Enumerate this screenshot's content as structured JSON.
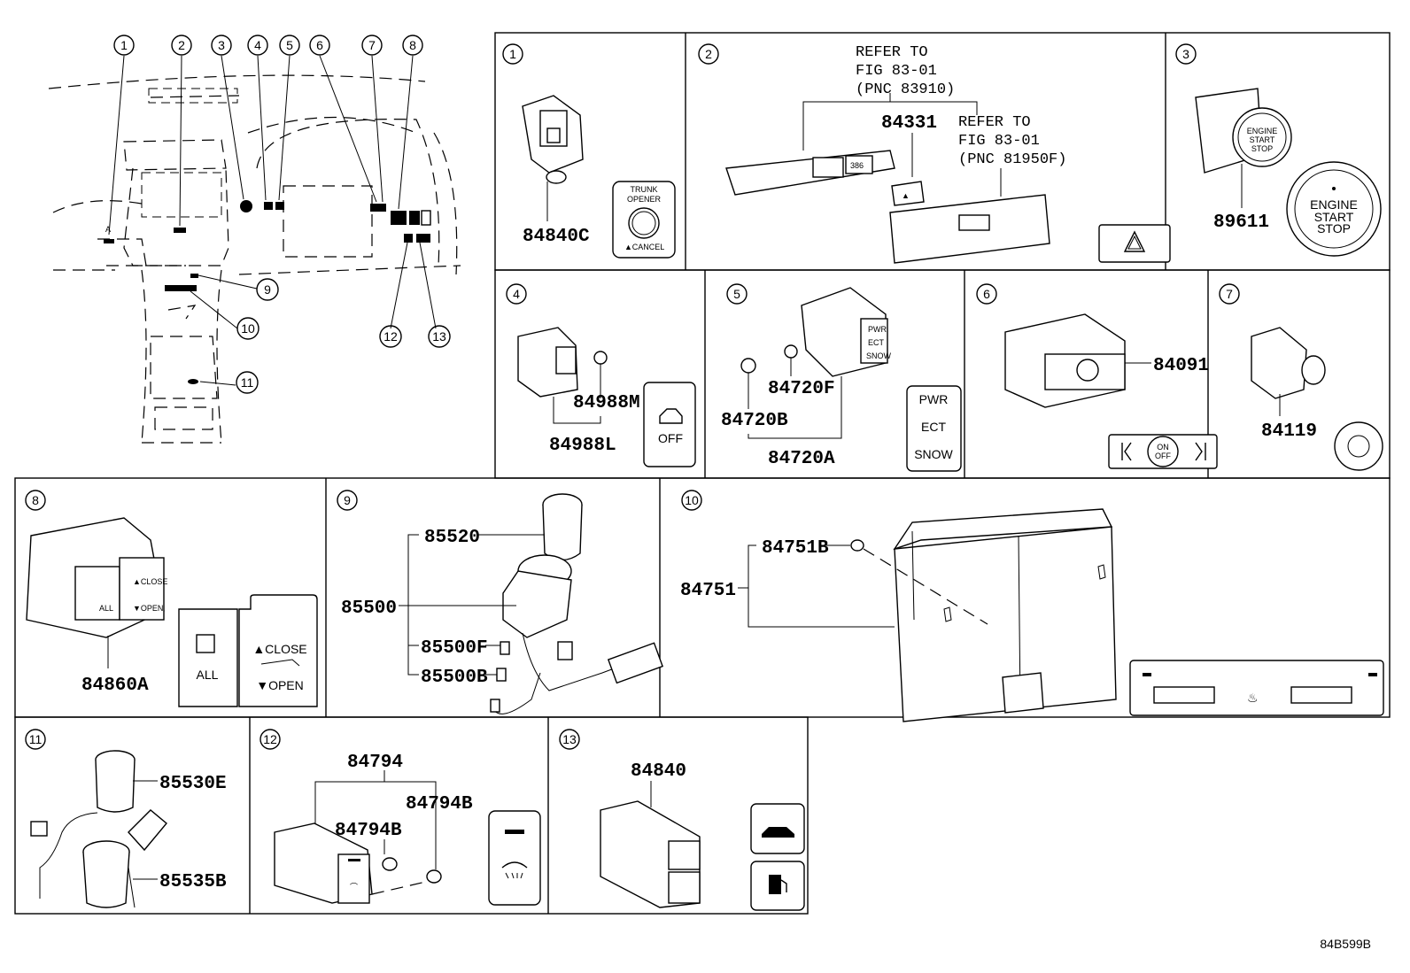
{
  "overview": {
    "callouts_top": [
      "1",
      "2",
      "3",
      "4",
      "5",
      "6",
      "7",
      "8"
    ],
    "callouts_side": [
      "9",
      "10",
      "11",
      "12",
      "13"
    ],
    "marker_a": "A"
  },
  "panels": {
    "p1": {
      "num": "1",
      "part": "84840C",
      "icon_line1": "TRUNK",
      "icon_line2": "OPENER",
      "icon_line3": "CANCEL"
    },
    "p2": {
      "num": "2",
      "refer1_l1": "REFER TO",
      "refer1_l2": "FIG 83-01",
      "refer1_l3": "(PNC 83910)",
      "part": "84331",
      "refer2_l1": "REFER TO",
      "refer2_l2": "FIG 83-01",
      "refer2_l3": "(PNC 81950F)"
    },
    "p3": {
      "num": "3",
      "part": "89611",
      "btn_l1": "ENGINE",
      "btn_l2": "START",
      "btn_l3": "STOP",
      "small_l1": "ENGINE",
      "small_l2": "START",
      "small_l3": "STOP"
    },
    "p4": {
      "num": "4",
      "part_a": "84988M",
      "part_b": "84988L",
      "icon_text": "OFF"
    },
    "p5": {
      "num": "5",
      "part_a": "84720F",
      "part_b": "84720B",
      "part_c": "84720A",
      "sw1": "PWR",
      "sw2": "ECT",
      "sw3": "SNOW",
      "small1": "PWR",
      "small2": "ECT",
      "small3": "SNOW"
    },
    "p6": {
      "num": "6",
      "part": "84091",
      "icon_text1": "ON",
      "icon_text2": "OFF"
    },
    "p7": {
      "num": "7",
      "part": "84119"
    },
    "p8": {
      "num": "8",
      "part": "84860A",
      "icon_all": "ALL",
      "icon_close": "▲CLOSE",
      "icon_open": "▼OPEN",
      "small_close": "▲CLOSE",
      "small_open": "▼OPEN",
      "small_all": "ALL"
    },
    "p9": {
      "num": "9",
      "part_a": "85520",
      "part_b": "85500",
      "part_c": "85500F",
      "part_d": "85500B"
    },
    "p10": {
      "num": "10",
      "part_a": "84751B",
      "part_b": "84751"
    },
    "p11": {
      "num": "11",
      "part_a": "85530E",
      "part_b": "85535B"
    },
    "p12": {
      "num": "12",
      "part_a": "84794",
      "part_b": "84794B",
      "part_c": "84794B"
    },
    "p13": {
      "num": "13",
      "part": "84840"
    }
  },
  "figure_code": "84B599B"
}
